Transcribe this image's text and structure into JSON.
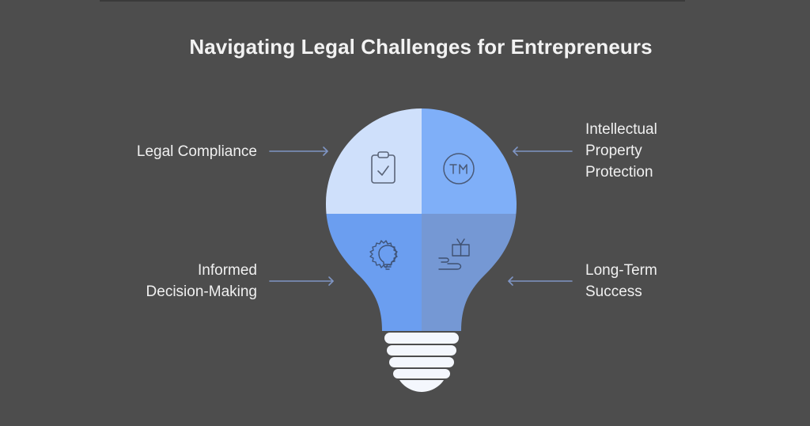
{
  "title": "Navigating Legal Challenges for Entrepreneurs",
  "colors": {
    "background": "#4d4d4d",
    "quadrant_top_left": "#cfe0fb",
    "quadrant_top_right": "#7faff8",
    "quadrant_bottom_left": "#6b9ef0",
    "quadrant_bottom_right": "#7598d4",
    "base": "#f4f7fd",
    "arrow": "#7f95c4",
    "icon_stroke": "#4a5a78",
    "text": "#f0f0f0"
  },
  "quadrants": [
    {
      "position": "top-left",
      "label_lines": [
        "Legal Compliance"
      ],
      "icon": "clipboard-check-icon"
    },
    {
      "position": "top-right",
      "label_lines": [
        "Intellectual",
        "Property",
        "Protection"
      ],
      "icon": "trademark-icon"
    },
    {
      "position": "bottom-left",
      "label_lines": [
        "Informed",
        "Decision-Making"
      ],
      "icon": "lightbulb-gear-icon"
    },
    {
      "position": "bottom-right",
      "label_lines": [
        "Long-Term",
        "Success"
      ],
      "icon": "gift-hand-icon"
    }
  ]
}
